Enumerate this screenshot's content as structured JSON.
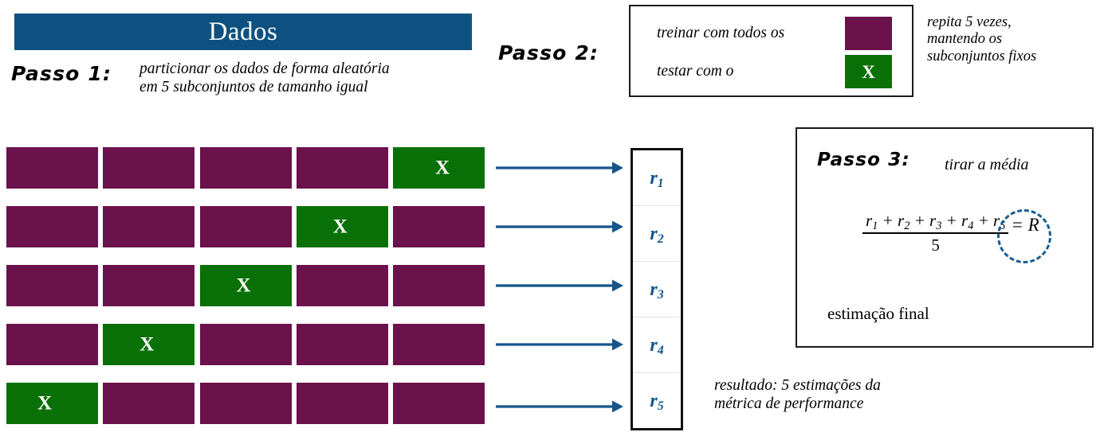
{
  "header": {
    "title": "Dados",
    "bar_color": "#0e5180"
  },
  "colors": {
    "train": "#6b114c",
    "test": "#0a7008",
    "arrow": "#15558a",
    "r_label": "#10568d",
    "dashed_circle": "#1a5e92"
  },
  "steps": {
    "step1": {
      "label": "Passo 1:",
      "text": "particionar os dados de forma aleatória\nem 5 subconjuntos de tamanho igual"
    },
    "step2": {
      "label": "Passo 2:",
      "legend": [
        {
          "text": "treinar com todos os",
          "swatch": "train",
          "swatch_mark": ""
        },
        {
          "text": "testar com o",
          "swatch": "test",
          "swatch_mark": "X"
        }
      ],
      "note": "repita 5 vezes,\nmantendo os\nsubconjuntos fixos"
    },
    "step3": {
      "label": "Passo 3:",
      "subtitle": "tirar a média",
      "formula": {
        "numerator": "r1 + r2 + r3 + r4 + r5",
        "denominator": "5",
        "result": "= R"
      },
      "annotation": "estimação final"
    }
  },
  "grid": {
    "rows": 5,
    "cols": 5,
    "test_mark": "X",
    "test_column_by_row": [
      4,
      3,
      2,
      1,
      0
    ]
  },
  "results": {
    "labels": [
      "r1",
      "r2",
      "r3",
      "r4",
      "r5"
    ],
    "base": "r",
    "subs": [
      "1",
      "2",
      "3",
      "4",
      "5"
    ],
    "note": "resultado: 5 estimações da\nmétrica de performance"
  }
}
